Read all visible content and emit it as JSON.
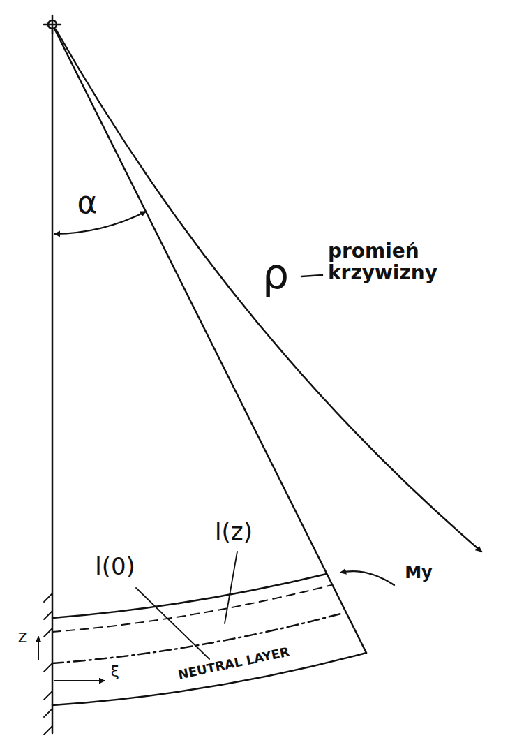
{
  "diagram": {
    "labels": [
      "α",
      "ρ",
      "promień krzywizny",
      "l(0)",
      "l(z)",
      "My",
      "z",
      "ξ",
      "NEUTRAL LAYER"
    ]
  }
}
